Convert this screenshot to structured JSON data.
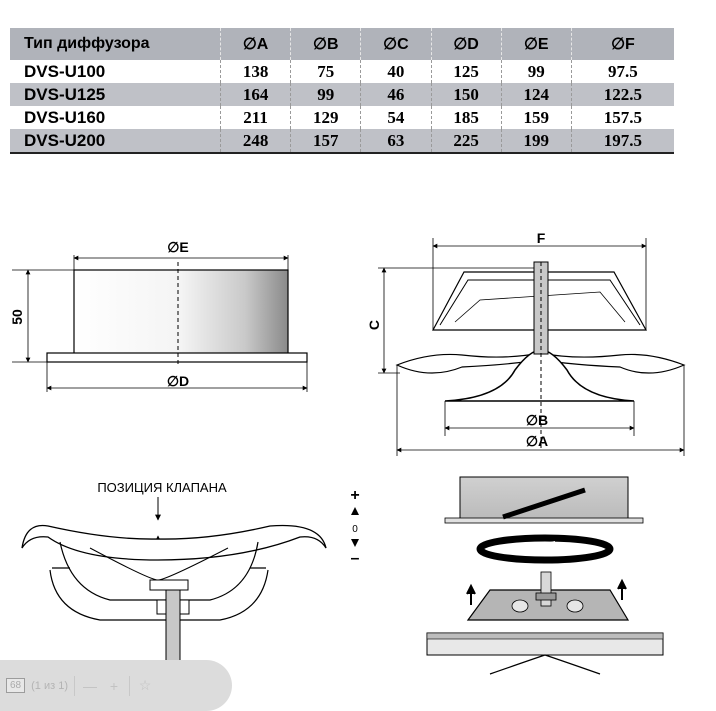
{
  "table": {
    "header": [
      "Тип диффузора",
      "∅A",
      "∅B",
      "∅C",
      "∅D",
      "∅E",
      "∅F"
    ],
    "rows": [
      [
        "DVS-U100",
        "138",
        "75",
        "40",
        "125",
        "99",
        "97.5"
      ],
      [
        "DVS-U125",
        "164",
        "99",
        "46",
        "150",
        "124",
        "122.5"
      ],
      [
        "DVS-U160",
        "211",
        "129",
        "54",
        "185",
        "159",
        "157.5"
      ],
      [
        "DVS-U200",
        "248",
        "157",
        "63",
        "225",
        "199",
        "197.5"
      ]
    ]
  },
  "drawings": {
    "side_view": {
      "label_e": "∅E",
      "label_d": "∅D",
      "label_height": "50"
    },
    "section_view": {
      "label_f": "F",
      "label_c": "C",
      "label_b": "∅B",
      "label_a": "∅A"
    },
    "valve_view": {
      "title": "ПОЗИЦИЯ КЛАПАНА",
      "plus": "+",
      "zero": "0",
      "minus": "–"
    }
  },
  "viewer": {
    "page_number": "68",
    "page_of": "(1 из 1)",
    "icons": [
      "zoom-out-icon",
      "zoom-in-icon",
      "bookmark-star-icon"
    ]
  }
}
